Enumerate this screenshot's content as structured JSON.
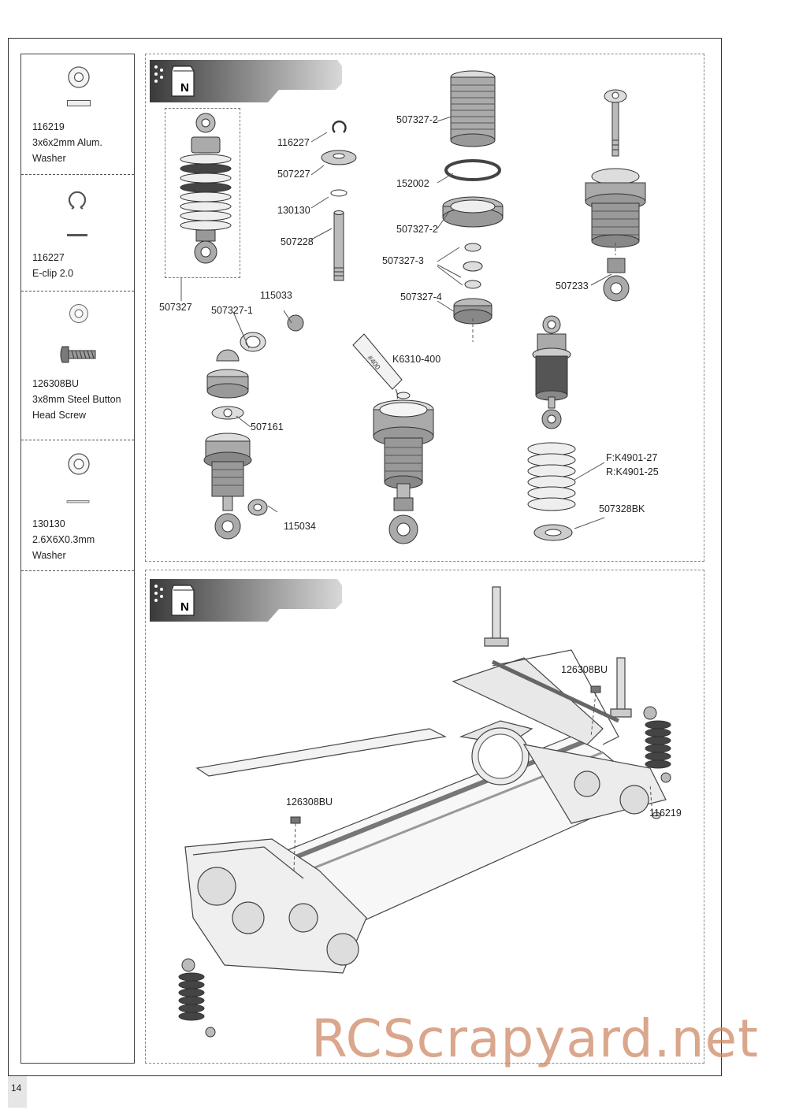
{
  "page": {
    "number": "14"
  },
  "parts": [
    {
      "code": "116219",
      "desc_lines": [
        "3x6x2mm Alum.",
        "Washer"
      ],
      "icon": "washer-icon"
    },
    {
      "code": "116227",
      "desc_lines": [
        "E-clip 2.0"
      ],
      "icon": "e-clip-icon"
    },
    {
      "code": "126308BU",
      "desc_lines": [
        "3x8mm Steel Button",
        "Head Screw"
      ],
      "icon": "button-head-screw-icon"
    },
    {
      "code": "130130",
      "desc_lines": [
        "2.6X6X0.3mm",
        "Washer"
      ],
      "icon": "shim-washer-icon"
    }
  ],
  "steps": [
    {
      "bag_letter": "N",
      "labels": {
        "shock_assembly": "507327",
        "eclip": "116227",
        "cap": "507227",
        "shim": "130130",
        "shaft": "507228",
        "body": "507327-2",
        "oring": "152002",
        "collar": "507327-2",
        "spacers": "507327-3",
        "bottom_nut": "507327-4",
        "rod_end_top": "507233",
        "bushing_top": "507327-1",
        "pivot_ball": "115033",
        "bladder": "507161",
        "pivot_ball_2": "115034",
        "oil": "K6310-400",
        "oil_grade": "#400",
        "spring_front": "F:K4901-27",
        "spring_rear": "R:K4901-25",
        "spring_cup": "507328BK"
      }
    },
    {
      "bag_letter": "N",
      "labels": {
        "screw_top": "126308BU",
        "screw_front": "126308BU",
        "washer": "116219"
      }
    }
  ],
  "watermark": "RCScrapyard.net",
  "colors": {
    "header_dark": "#3a3a3a",
    "header_light": "#d8d8d8",
    "part_metal": "#9a9a9a",
    "watermark": "#cc8460"
  }
}
